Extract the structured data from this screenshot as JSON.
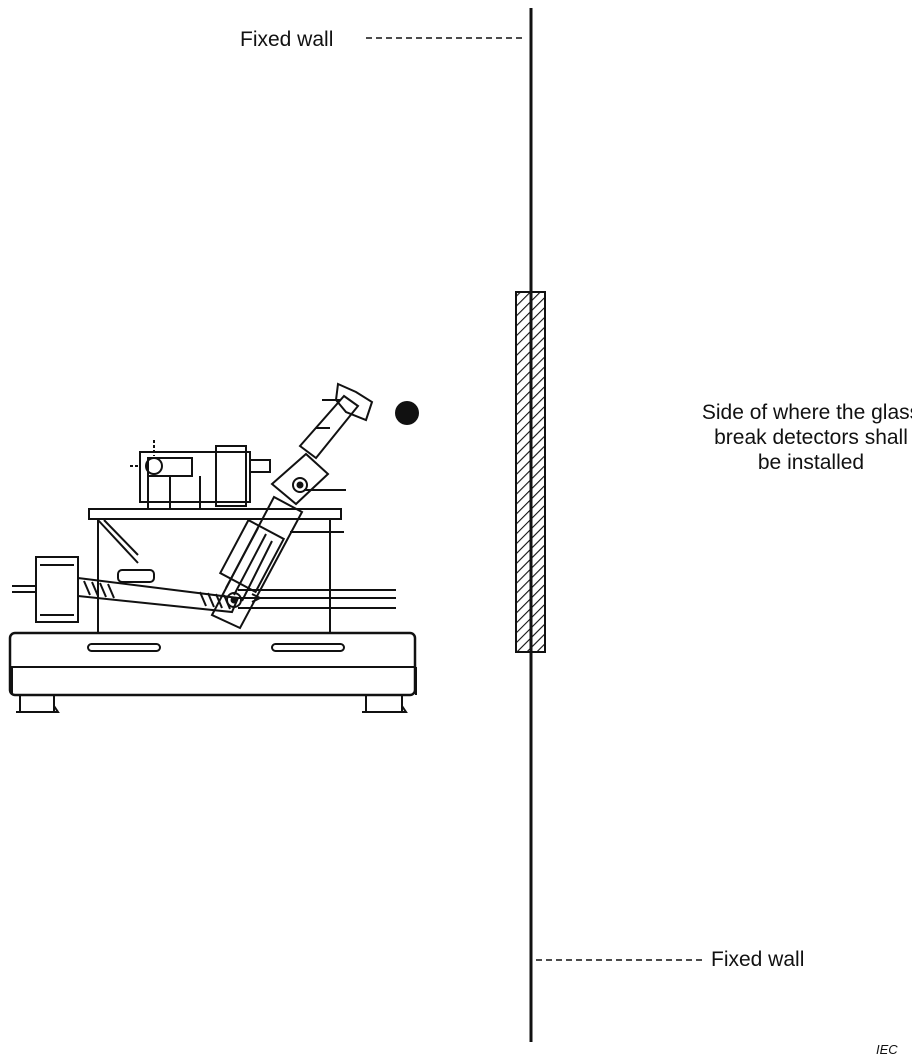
{
  "labels": {
    "fixed_wall_top": "Fixed wall",
    "fixed_wall_bottom": "Fixed wall",
    "detector_side": "Side of where the glass break detectors shall be installed",
    "credit": "IEC"
  },
  "colors": {
    "line": "#111111",
    "background": "#ffffff"
  },
  "icons": {
    "machine": "glass-break-test-rig-icon",
    "ball": "impact-ball-icon",
    "glass": "hatched-glass-pane-icon"
  }
}
